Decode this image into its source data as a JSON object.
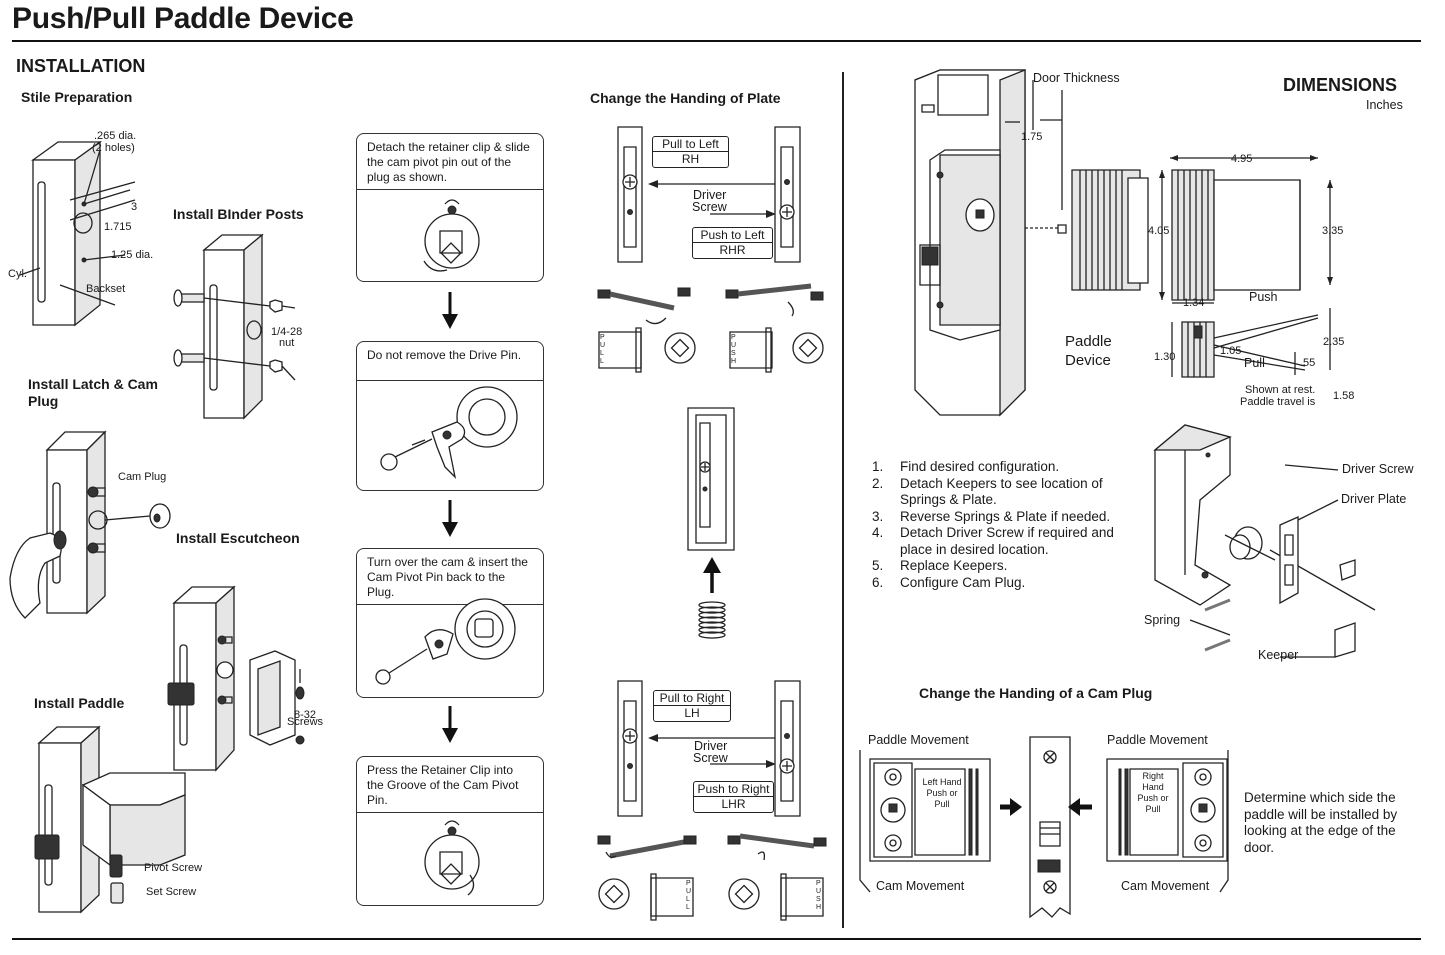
{
  "title": "Push/Pull Paddle Device",
  "installation": {
    "heading": "INSTALLATION",
    "stile_preparation": {
      "heading": "Stile Preparation",
      "dia_265": ".265 dia.",
      "two_holes": "(2 holes)",
      "dim_3": "3",
      "dim_1715": "1.715",
      "dia_125": "1.25 dia.",
      "cyl": "Cyl.",
      "backset": "Backset"
    },
    "binder_posts": {
      "heading": "Install BInder Posts",
      "nut": "1/4-28",
      "nut2": "nut"
    },
    "latch_cam": {
      "heading_line1": "Install Latch & Cam",
      "heading_line2": "Plug",
      "cam_plug": "Cam Plug"
    },
    "escutcheon": {
      "heading": "Install Escutcheon",
      "screws1": "8-32",
      "screws2": "Screws"
    },
    "paddle": {
      "heading": "Install Paddle",
      "pivot_screw": "Pivot Screw",
      "set_screw": "Set Screw"
    },
    "steps": [
      {
        "text": "Detach the retainer clip & slide the cam pivot pin out of the plug as shown."
      },
      {
        "text": "Do not remove the Drive Pin."
      },
      {
        "text": "Turn over the cam & insert the Cam Pivot Pin back to the Plug."
      },
      {
        "text": "Press the Retainer Clip into the Groove of the Cam Pivot Pin."
      }
    ]
  },
  "handing_plate": {
    "heading": "Change the Handing of Plate",
    "pull_left": "Pull to Left",
    "rh": "RH",
    "driver1": "Driver",
    "screw1": "Screw",
    "push_left": "Push to Left",
    "rhr": "RHR",
    "pull_right": "Pull to Right",
    "lh": "LH",
    "driver2": "Driver",
    "screw2": "Screw",
    "push_right": "Push to Right",
    "lhr": "LHR"
  },
  "dimensions": {
    "heading": "DIMENSIONS",
    "units": "Inches",
    "door_thickness": "Door Thickness",
    "d175": "1.75",
    "d495": "4.95",
    "d405": "4.05",
    "d335": "3.35",
    "d134": "1.34",
    "push": "Push",
    "d235": "2.35",
    "d130": "1.30",
    "d105": "1.05",
    "pull": "Pull",
    "d55": ".55",
    "paddle_device1": "Paddle",
    "paddle_device2": "Device",
    "shown_rest1": "Shown at rest.",
    "shown_rest2": "Paddle travel is",
    "d158": "1.58"
  },
  "config_steps": [
    {
      "n": "1.",
      "text": "Find desired configuration."
    },
    {
      "n": "2.",
      "text": "Detach Keepers to see location of Springs & Plate."
    },
    {
      "n": "3.",
      "text": "Reverse Springs & Plate if needed."
    },
    {
      "n": "4.",
      "text": "Detach Driver Screw if required and place in desired location."
    },
    {
      "n": "5.",
      "text": "Replace Keepers."
    },
    {
      "n": "6.",
      "text": "Configure Cam Plug."
    }
  ],
  "exploded": {
    "driver_screw": "Driver Screw",
    "driver_plate": "Driver Plate",
    "spring": "Spring",
    "keeper": "Keeper"
  },
  "cam_plug_handing": {
    "heading": "Change the Handing of a Cam Plug",
    "paddle_movement_left": "Paddle Movement",
    "paddle_movement_right": "Paddle Movement",
    "left_hand1": "Left Hand",
    "left_hand2": "Push or",
    "left_hand3": "Pull",
    "right_hand1": "Right",
    "right_hand2": "Hand",
    "right_hand3": "Push or",
    "right_hand4": "Pull",
    "cam_movement_left": "Cam Movement",
    "cam_movement_right": "Cam Movement",
    "note": "Determine which side the paddle will be installed by looking at the edge of the door."
  },
  "pull_vertical": "PULL",
  "push_vertical": "PUSH"
}
